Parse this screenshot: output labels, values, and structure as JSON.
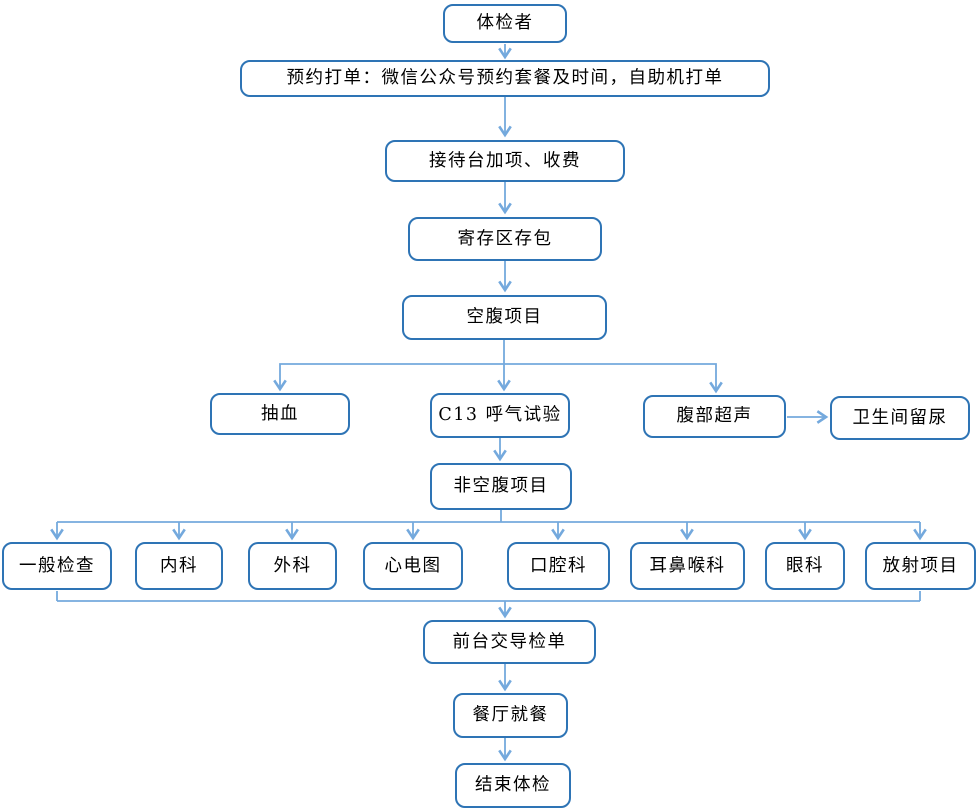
{
  "diagram": {
    "colors": {
      "box_border": "#2e74b5",
      "connector": "#74a9dd",
      "text": "#000000",
      "canvas": "#ffffff"
    },
    "nodes": {
      "examinee": {
        "label": "体检者"
      },
      "booking": {
        "label": "预约打单：微信公众号预约套餐及时间，自助机打单"
      },
      "reception": {
        "label": "接待台加项、收费"
      },
      "locker": {
        "label": "寄存区存包"
      },
      "fasting": {
        "label": "空腹项目"
      },
      "blood_draw": {
        "label": "抽血"
      },
      "c13_breath_test": {
        "label": "C13 呼气试验"
      },
      "abdominal_ultrasound": {
        "label": "腹部超声"
      },
      "urine_sample": {
        "label": "卫生间留尿"
      },
      "non_fasting": {
        "label": "非空腹项目"
      },
      "general_exam": {
        "label": "一般检查"
      },
      "internal_med": {
        "label": "内科"
      },
      "surgery": {
        "label": "外科"
      },
      "ecg": {
        "label": "心电图"
      },
      "dental": {
        "label": "口腔科"
      },
      "ent": {
        "label": "耳鼻喉科"
      },
      "ophthalmology": {
        "label": "眼科"
      },
      "radiology": {
        "label": "放射项目"
      },
      "front_desk": {
        "label": "前台交导检单"
      },
      "dining": {
        "label": "餐厅就餐"
      },
      "finish": {
        "label": "结束体检"
      }
    }
  }
}
